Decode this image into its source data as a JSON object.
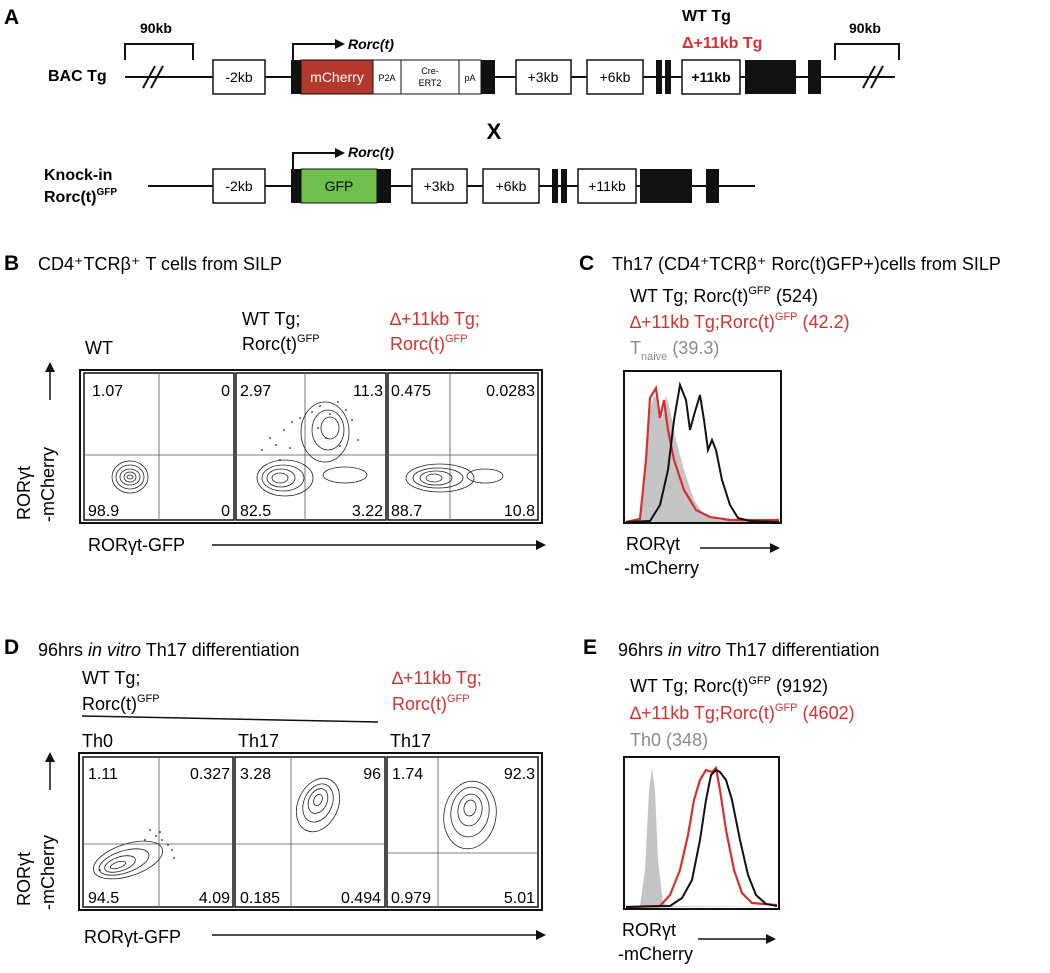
{
  "panel_a": {
    "letter": "A",
    "bac_label": "BAC Tg",
    "knockin_label_1": "Knock-in",
    "knockin_label_2": "Rorc(t)",
    "knockin_label_sup": "GFP",
    "span_left": "90kb",
    "span_right": "90kb",
    "wt_tg": "WT Tg",
    "delta_tg": "Δ+11kb Tg",
    "promoter_label": "Rorc(t)",
    "cross": "X",
    "bac_boxes": {
      "minus2": "-2kb",
      "mcherry": "mCherry",
      "p2a": "P2A",
      "cre1": "Cre-",
      "cre2": "ERT2",
      "pa": "pA",
      "plus3": "+3kb",
      "plus6": "+6kb",
      "plus11": "+11kb"
    },
    "ki_boxes": {
      "minus2": "-2kb",
      "gfp": "GFP",
      "plus3": "+3kb",
      "plus6": "+6kb",
      "plus11": "+11kb"
    },
    "colors": {
      "mcherry": "#b5382e",
      "gfp": "#6fbf4e"
    }
  },
  "panel_b": {
    "letter": "B",
    "title": "CD4⁺TCRβ⁺ T cells from SILP",
    "col1": "WT",
    "col2_line1": "WT Tg;",
    "col2_line2": "Rorc(t)",
    "col2_sup": "GFP",
    "col3_line1": "∆+11kb Tg;",
    "col3_line2": "Rorc(t)",
    "col3_sup": "GFP",
    "y_label_1": "RORγt",
    "y_label_2": "-mCherry",
    "x_label": "RORγt-GFP",
    "plots": [
      {
        "ul": "1.07",
        "ur": "0",
        "ll": "98.9",
        "lr": "0"
      },
      {
        "ul": "2.97",
        "ur": "11.3",
        "ll": "82.5",
        "lr": "3.22"
      },
      {
        "ul": "0.475",
        "ur": "0.0283",
        "ll": "88.7",
        "lr": "10.8"
      }
    ]
  },
  "panel_c": {
    "letter": "C",
    "title": "Th17 (CD4⁺TCRβ⁺ Rorc(t)GFP+)cells from SILP",
    "legend_wt": "WT Tg; Rorc(t)",
    "legend_wt_sup": "GFP",
    "legend_wt_val": "(524)",
    "legend_delta": "∆+11kb Tg;Rorc(t)",
    "legend_delta_sup": "GFP",
    "legend_delta_val": "(42.2)",
    "legend_naive": "T",
    "legend_naive_sub": "naive",
    "legend_naive_val": "(39.3)",
    "x_label_1": "RORγt",
    "x_label_2": "-mCherry"
  },
  "panel_d": {
    "letter": "D",
    "title_pre": "96hrs ",
    "title_italic": "in vitro",
    "title_post": " Th17 differentiation",
    "group1_line1": "WT Tg;",
    "group1_line2": "Rorc(t)",
    "group1_sup": "GFP",
    "group2_line1": "∆+11kb Tg;",
    "group2_line2": "Rorc(t)",
    "group2_sup": "GFP",
    "col1": "Th0",
    "col2": "Th17",
    "col3": "Th17",
    "y_label_1": "RORγt",
    "y_label_2": "-mCherry",
    "x_label": "RORγt-GFP",
    "plots": [
      {
        "ul": "1.11",
        "ur": "0.327",
        "ll": "94.5",
        "lr": "4.09"
      },
      {
        "ul": "3.28",
        "ur": "96",
        "ll": "0.185",
        "lr": "0.494"
      },
      {
        "ul": "1.74",
        "ur": "92.3",
        "ll": "0.979",
        "lr": "5.01"
      }
    ]
  },
  "panel_e": {
    "letter": "E",
    "title_pre": "96hrs ",
    "title_italic": "in vitro",
    "title_post": " Th17 differentiation",
    "legend_wt": "WT Tg; Rorc(t)",
    "legend_wt_sup": "GFP",
    "legend_wt_val": "(9192)",
    "legend_delta": "∆+11kb Tg;Rorc(t)",
    "legend_delta_sup": "GFP",
    "legend_delta_val": "(4602)",
    "legend_th0": "Th0",
    "legend_th0_val": "(348)",
    "x_label_1": "RORγt",
    "x_label_2": "-mCherry"
  }
}
